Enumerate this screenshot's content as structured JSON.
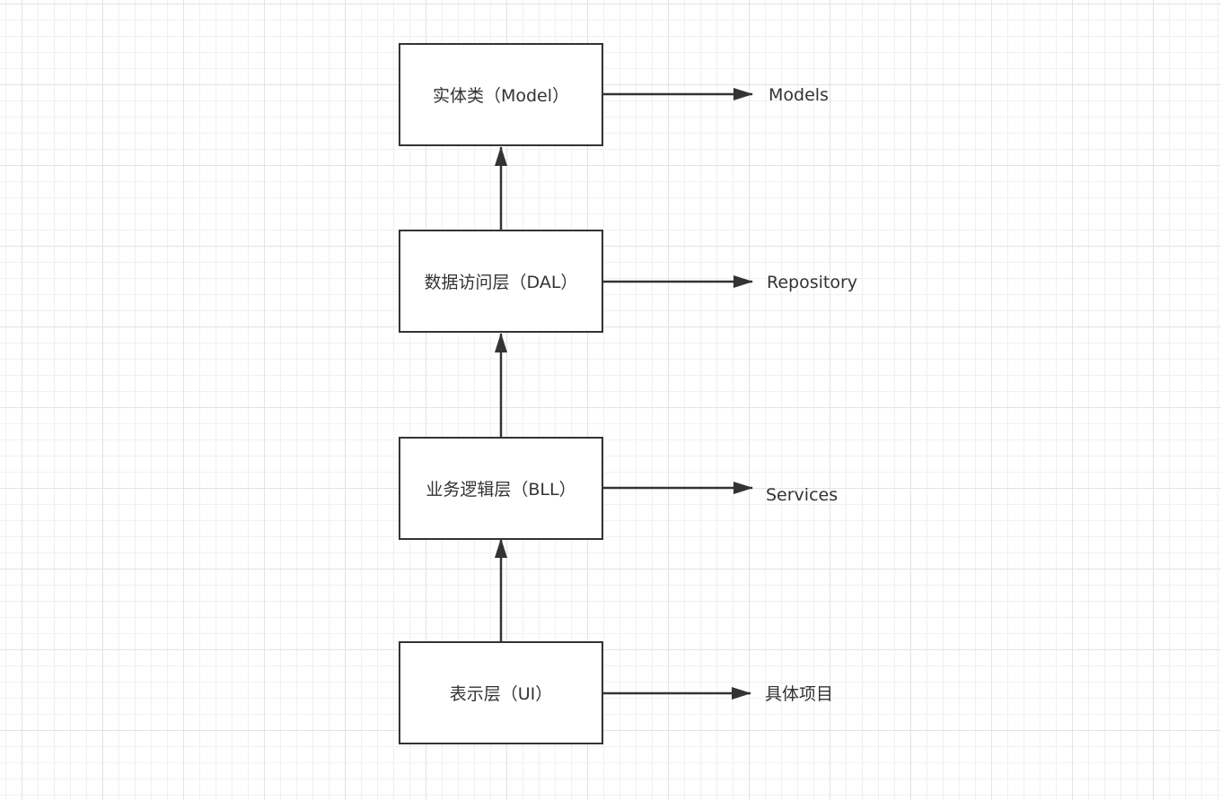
{
  "diagram": {
    "layers": [
      {
        "name": "实体类（Model）",
        "output": "Models"
      },
      {
        "name": "数据访问层（DAL）",
        "output": "Repository"
      },
      {
        "name": "业务逻辑层（BLL）",
        "output": "Services"
      },
      {
        "name": "表示层（UI）",
        "output": "具体项目"
      }
    ],
    "colors": {
      "stroke": "#333333",
      "grid_major": "#e3e3e3",
      "grid_minor": "#f1f1f1",
      "background": "#ffffff"
    }
  }
}
